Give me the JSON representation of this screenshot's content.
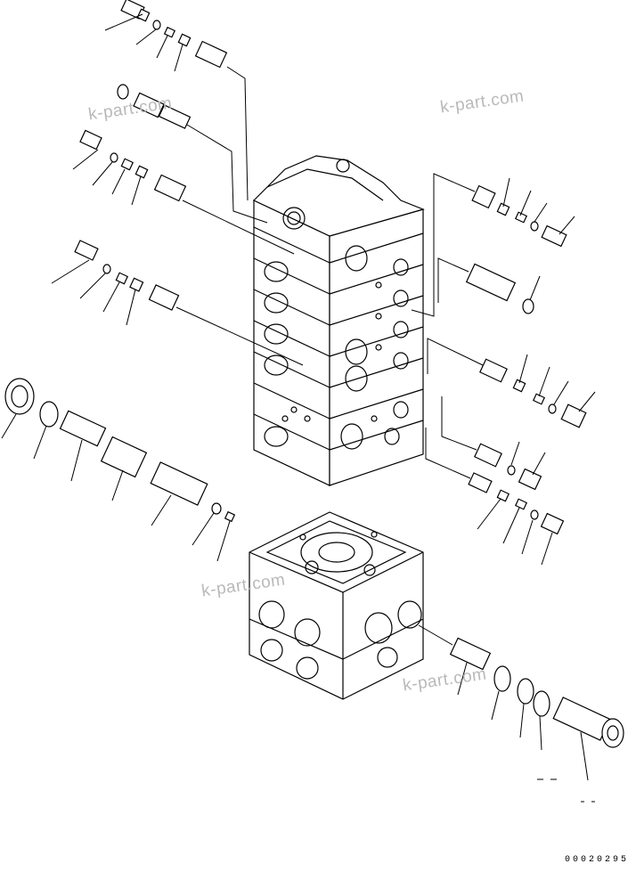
{
  "watermarks": [
    "k-part.com",
    "k-part.com",
    "k-part.com",
    "k-part.com"
  ],
  "document_number": "00020295"
}
